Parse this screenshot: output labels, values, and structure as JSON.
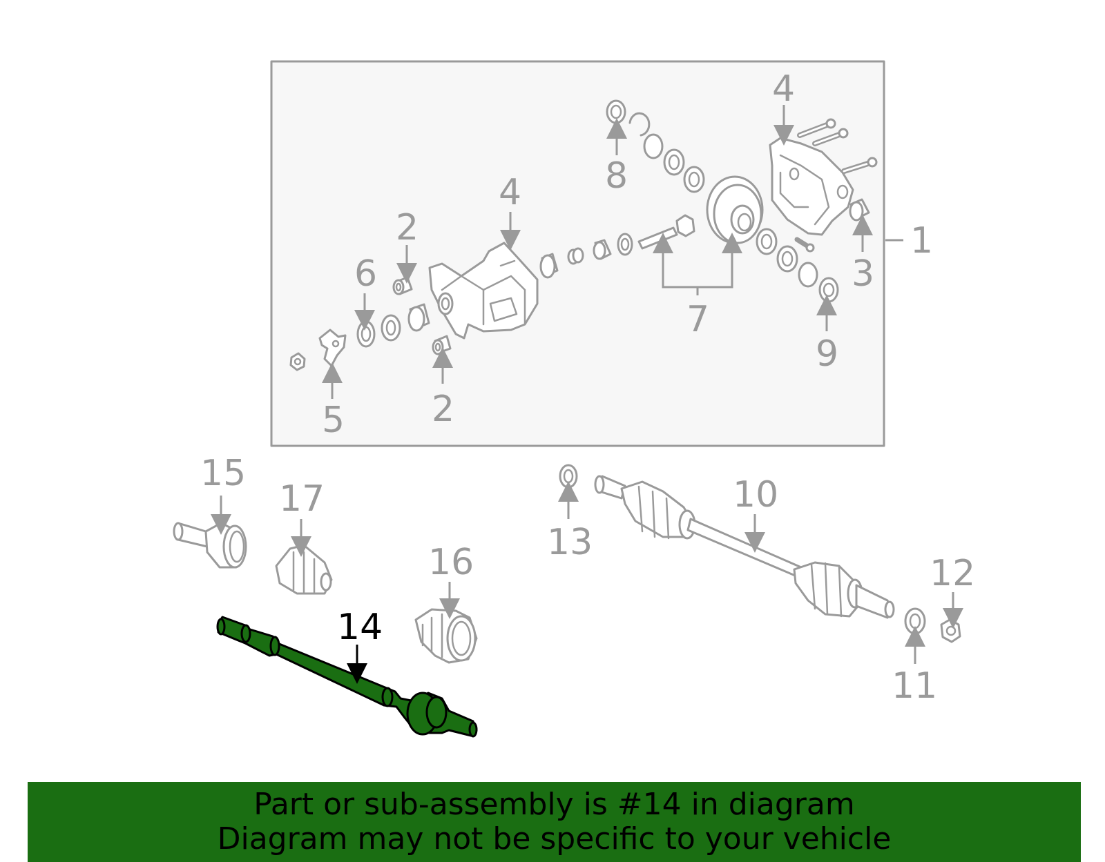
{
  "colors": {
    "line_gray": "#9a9a9a",
    "highlight_green": "#1a6e12",
    "banner_green": "#1a6e12",
    "box_fill": "#f7f7f7"
  },
  "callouts": {
    "c1": "1",
    "c2a": "2",
    "c2b": "2",
    "c3": "3",
    "c4a": "4",
    "c4b": "4",
    "c5": "5",
    "c6": "6",
    "c7": "7",
    "c8": "8",
    "c9": "9",
    "c10": "10",
    "c11": "11",
    "c12": "12",
    "c13": "13",
    "c14": "14",
    "c15": "15",
    "c16": "16",
    "c17": "17"
  },
  "highlighted_part": "14",
  "footer": {
    "line1": "Part or sub-assembly is #14 in diagram",
    "line2": "Diagram may not be specific to your vehicle"
  }
}
